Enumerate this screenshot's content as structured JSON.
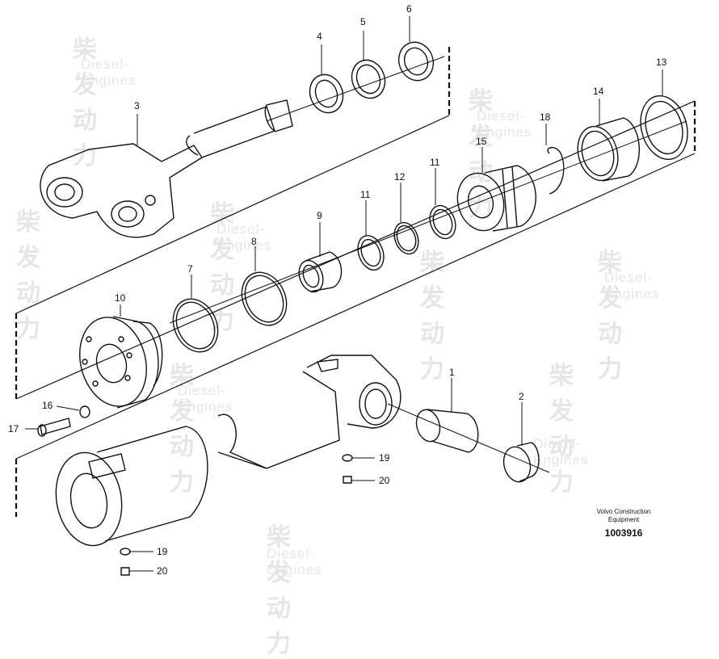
{
  "watermark": {
    "cn": "柴发动力",
    "en": "Diesel-Engines"
  },
  "callouts": {
    "c1": "1",
    "c2": "2",
    "c3": "3",
    "c4": "4",
    "c5": "5",
    "c6": "6",
    "c7": "7",
    "c8": "8",
    "c9": "9",
    "c10": "10",
    "c11a": "11",
    "c11b": "11",
    "c12": "12",
    "c13": "13",
    "c14": "14",
    "c15": "15",
    "c16": "16",
    "c17": "17",
    "c18": "18",
    "c19a": "19",
    "c19b": "19",
    "c20a": "20",
    "c20b": "20"
  },
  "footer": {
    "line1": "Volvo Construction",
    "line2": "Equipment",
    "number": "1003916"
  }
}
